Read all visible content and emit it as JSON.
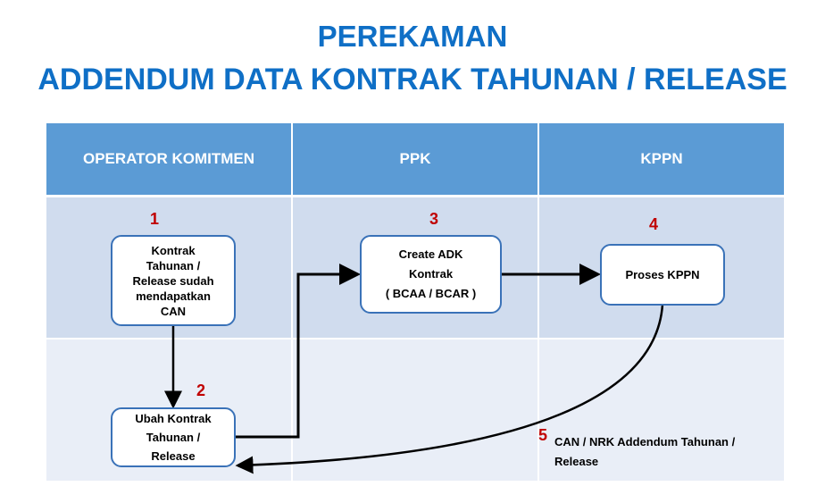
{
  "title": {
    "line1": "PEREKAMAN",
    "line2": "ADDENDUM DATA KONTRAK TAHUNAN / RELEASE"
  },
  "lanes": [
    "OPERATOR KOMITMEN",
    "PPK",
    "KPPN"
  ],
  "steps": [
    {
      "number": "1",
      "lines": [
        "Kontrak",
        "Tahunan /",
        "Release sudah",
        "mendapatkan",
        "CAN"
      ]
    },
    {
      "number": "2",
      "lines": [
        "Ubah Kontrak",
        "Tahunan /",
        "Release"
      ]
    },
    {
      "number": "3",
      "lines": [
        "Create ADK",
        "Kontrak",
        "( BCAA / BCAR )"
      ]
    },
    {
      "number": "4",
      "lines": [
        "Proses KPPN"
      ]
    },
    {
      "number": "5",
      "lines": [
        "CAN / NRK Addendum Tahunan /",
        "Release"
      ]
    }
  ],
  "colors": {
    "title": "#0f6fc6",
    "header": "#5b9bd5",
    "row1": "#d0dcee",
    "row2": "#e9eef7",
    "number": "#c00000"
  }
}
